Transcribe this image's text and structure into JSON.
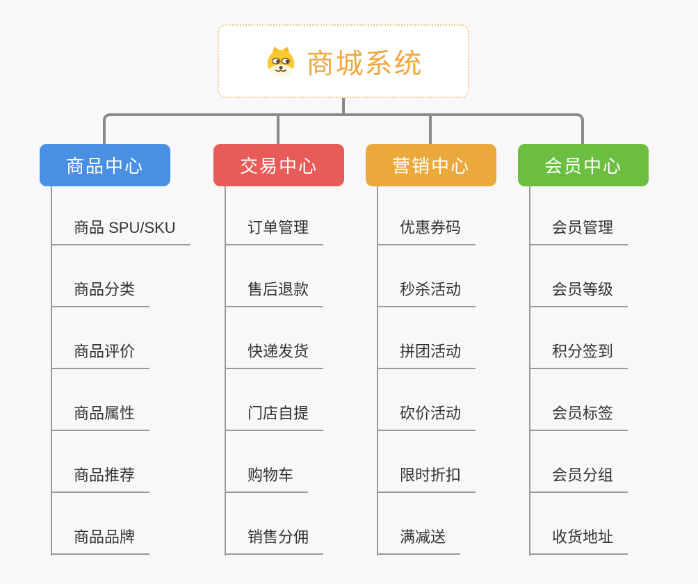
{
  "root": {
    "title": "商城系统",
    "icon": "dog-icon"
  },
  "colors": {
    "background": "#f8f8f8",
    "root_text": "#f0a843",
    "root_border": "#f0c88a",
    "connector": "#8a8a8a",
    "leaf_line": "#999999",
    "leaf_text": "#333333",
    "branch_text": "#ffffff"
  },
  "branches": [
    {
      "label": "商品中心",
      "color": "#4a90e2",
      "children": [
        "商品 SPU/SKU",
        "商品分类",
        "商品评价",
        "商品属性",
        "商品推荐",
        "商品品牌"
      ]
    },
    {
      "label": "交易中心",
      "color": "#e75b58",
      "children": [
        "订单管理",
        "售后退款",
        "快递发货",
        "门店自提",
        "购物车",
        "销售分佣"
      ]
    },
    {
      "label": "营销中心",
      "color": "#eba93c",
      "children": [
        "优惠券码",
        "秒杀活动",
        "拼团活动",
        "砍价活动",
        "限时折扣",
        "满减送"
      ]
    },
    {
      "label": "会员中心",
      "color": "#6cbe40",
      "children": [
        "会员管理",
        "会员等级",
        "积分签到",
        "会员标签",
        "会员分组",
        "收货地址"
      ]
    }
  ]
}
